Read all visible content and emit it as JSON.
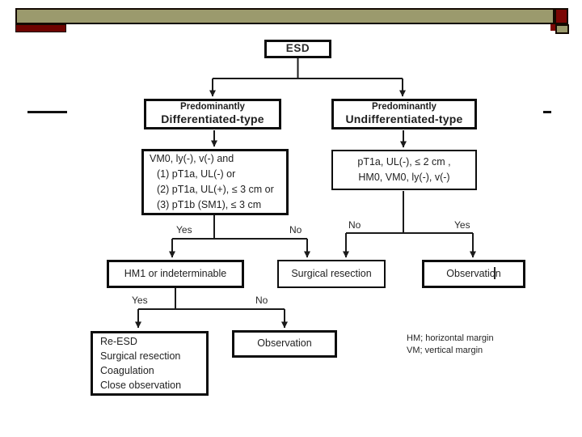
{
  "slide": {
    "background": "#ffffff",
    "header": {
      "bar_color": "#9b9a6d",
      "accent_dark_red": "#7b0605",
      "accent_maroon": "#6e0300",
      "border_color": "#140a02"
    },
    "flowchart": {
      "root": {
        "label": "ESD"
      },
      "branch_left": {
        "line1": "Predominantly",
        "line2": "Differentiated-type"
      },
      "branch_right": {
        "line1": "Predominantly",
        "line2": "Undifferentiated-type"
      },
      "criteria_left": {
        "lines": [
          "VM0, ly(-), v(-) and",
          "(1) pT1a, UL(-) or",
          "(2) pT1a, UL(+), ≤ 3 cm or",
          "(3) pT1b (SM1), ≤ 3 cm"
        ]
      },
      "criteria_right": {
        "lines": [
          "pT1a, UL(-), ≤ 2 cm ,",
          "HM0, VM0, ly(-), v(-)"
        ]
      },
      "decision_left": {
        "yes": "Yes",
        "no": "No"
      },
      "decision_right": {
        "no": "No",
        "yes": "Yes"
      },
      "decision_hm1": {
        "yes": "Yes",
        "no": "No"
      },
      "hm1_box": {
        "label": "HM1 or indeterminable"
      },
      "surgical_box": {
        "label": "Surgical resection"
      },
      "observation_right_box": {
        "label": "Observation"
      },
      "re_esd_box": {
        "lines": [
          "Re-ESD",
          "Surgical resection",
          "Coagulation",
          "Close observation"
        ]
      },
      "observation_bottom_box": {
        "label": "Observation"
      },
      "legend": {
        "lines": [
          "HM; horizontal margin",
          "VM; vertical margin"
        ]
      }
    }
  }
}
